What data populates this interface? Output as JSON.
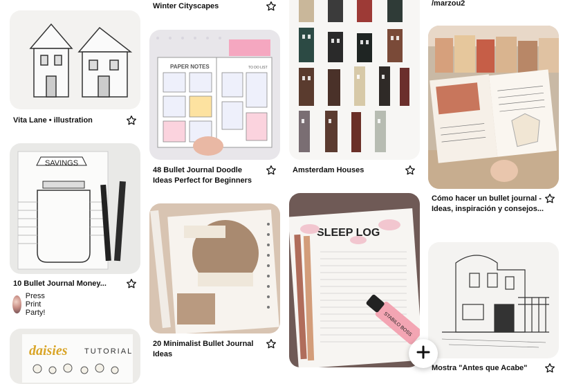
{
  "pins": [
    {
      "id": "vita-lane",
      "title": "Vita Lane • illustration"
    },
    {
      "id": "savings",
      "title": "10 Bullet Journal Money...",
      "creator": "Press Print Party!",
      "image_text": [
        "SAVINGS"
      ]
    },
    {
      "id": "daisies",
      "image_text": [
        "daisies",
        "TUTORIAL"
      ]
    },
    {
      "id": "winter-cityscapes",
      "title": "Winter Cityscapes"
    },
    {
      "id": "doodle-ideas",
      "title": "48 Bullet Journal Doodle Ideas Perfect for Beginners",
      "image_text": [
        "PAPER NOTES",
        "TO DO LIST"
      ]
    },
    {
      "id": "minimalist",
      "title": "20 Minimalist Bullet Journal Ideas"
    },
    {
      "id": "amsterdam",
      "title": "Amsterdam Houses"
    },
    {
      "id": "sleep-log",
      "image_text": [
        "SLEEP LOG",
        "STABILO BOSS"
      ]
    },
    {
      "id": "marzou",
      "title": "/marzou2"
    },
    {
      "id": "como-hacer",
      "title": "Cómo hacer un bullet journal - Ideas, inspiración y consejos..."
    },
    {
      "id": "mostra",
      "title": "Mostra \"Antes que Acabe\""
    }
  ],
  "icons": {
    "save": "star-outline-icon",
    "create": "plus-icon"
  },
  "colors": {
    "background": "#ffffff",
    "text": "#111111"
  }
}
